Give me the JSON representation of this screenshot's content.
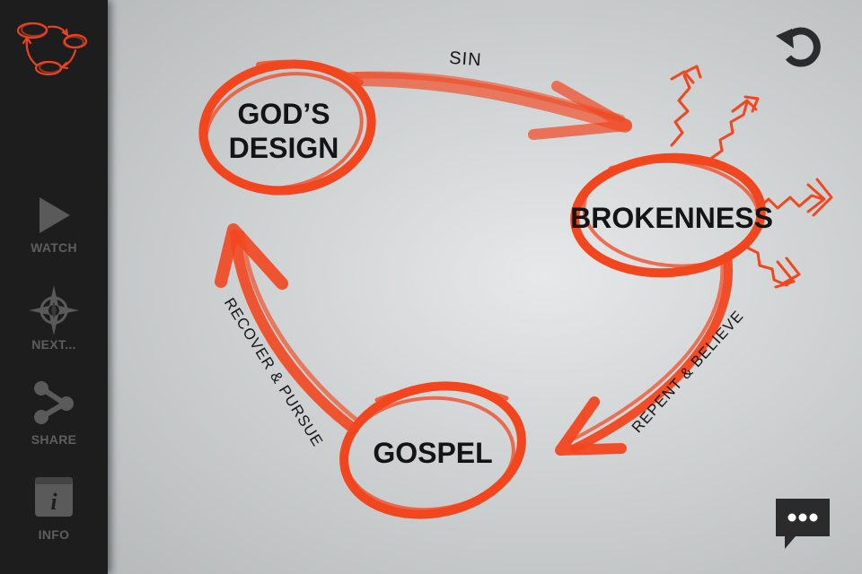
{
  "sidebar": {
    "items": [
      {
        "label": "WATCH",
        "icon": "play-icon"
      },
      {
        "label": "NEXT...",
        "icon": "compass-icon"
      },
      {
        "label": "SHARE",
        "icon": "share-icon"
      },
      {
        "label": "INFO",
        "icon": "info-icon"
      }
    ]
  },
  "diagram": {
    "nodes": {
      "gods_design": {
        "line1": "GOD’S",
        "line2": "DESIGN"
      },
      "brokenness": "BROKENNESS",
      "gospel": "GOSPEL"
    },
    "edges": {
      "sin": "SIN",
      "repent_believe": "REPENT & BELIEVE",
      "recover_pursue": "RECOVER & PURSUE"
    }
  },
  "colors": {
    "accent": "#f2461f",
    "sidebar_bg": "#1d1d1d",
    "sidebar_text": "#5e5e5e",
    "button_dark": "#2b2b2b"
  }
}
